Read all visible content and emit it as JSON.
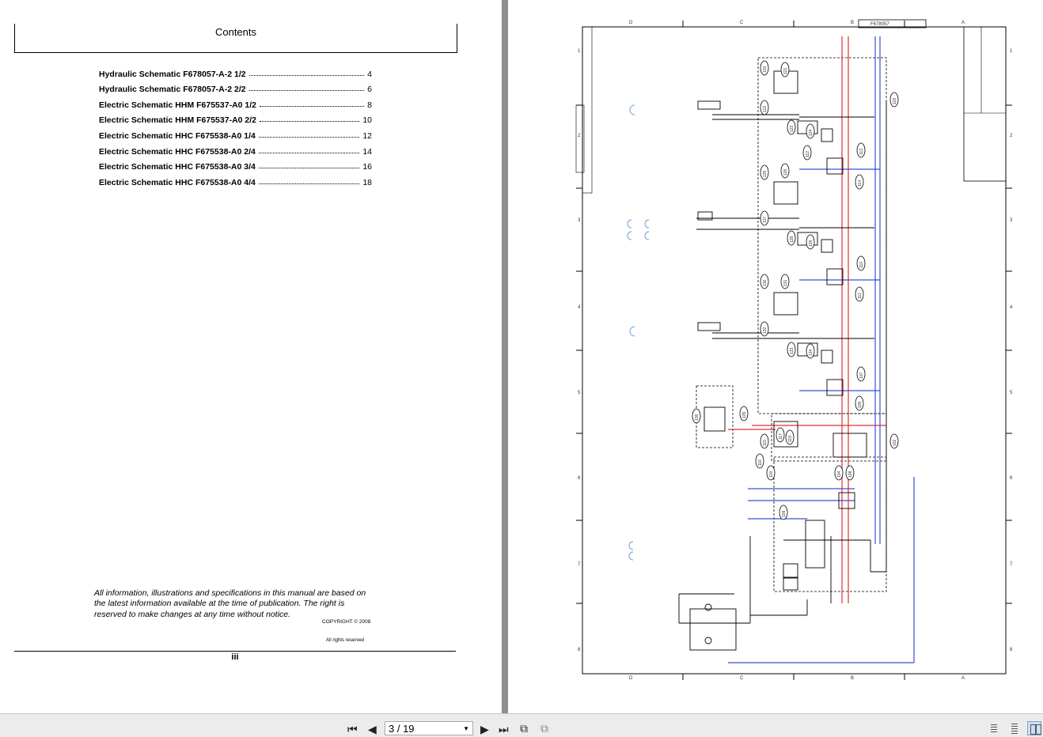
{
  "contents": {
    "title": "Contents",
    "entries": [
      {
        "title": "Hydraulic Schematic F678057-A-2 1/2",
        "page": "4"
      },
      {
        "title": "Hydraulic Schematic F678057-A-2 2/2",
        "page": "6"
      },
      {
        "title": "Electric Schematic HHM F675537-A0 1/2",
        "page": "8"
      },
      {
        "title": "Electric Schematic HHM F675537-A0 2/2",
        "page": "10"
      },
      {
        "title": "Electric Schematic HHC F675538-A0 1/4",
        "page": "12"
      },
      {
        "title": "Electric Schematic HHC F675538-A0 2/4",
        "page": "14"
      },
      {
        "title": "Electric Schematic HHC F675538-A0 3/4",
        "page": "16"
      },
      {
        "title": "Electric Schematic HHC F675538-A0 4/4",
        "page": "18"
      }
    ]
  },
  "disclaimer": "All information, illustrations and specifications in this manual are based on the latest information available at the time of publication. The right is reserved to make changes at any time without notice.",
  "copyright": "COPYRIGHT © 2008",
  "rights": "All rights reserved",
  "page_roman": "iii",
  "schematic": {
    "drawing_no": "F678057",
    "grid_letters": [
      "D",
      "C",
      "B",
      "A"
    ],
    "grid_numbers": [
      "1",
      "2",
      "3",
      "4",
      "5",
      "6",
      "7",
      "8"
    ],
    "callouts": [
      "120",
      "121",
      "122",
      "123",
      "124",
      "125",
      "126",
      "127",
      "128",
      "129",
      "130",
      "131",
      "132",
      "133",
      "134",
      "135",
      "136",
      "115",
      "116",
      "117",
      "118",
      "119",
      "112",
      "113",
      "114",
      "110",
      "111",
      "107",
      "105",
      "103",
      "102",
      "104",
      "108",
      "109"
    ],
    "line_colors": {
      "pressure": "#e03030",
      "return": "#3a4fd0",
      "pilot": "#000000"
    }
  },
  "viewer": {
    "page_indicator": "3 / 19",
    "icons": [
      "first-page-icon",
      "prev-page-icon",
      "next-page-icon",
      "last-page-icon",
      "rotate-icon",
      "fit-icon",
      "single-page-icon",
      "continuous-icon",
      "facing-icon"
    ]
  }
}
